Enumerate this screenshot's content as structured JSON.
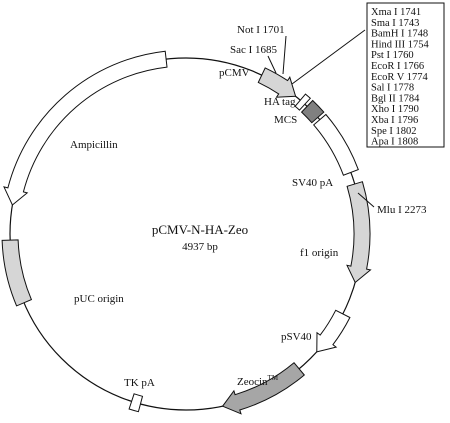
{
  "plasmid": {
    "name": "pCMV-N-HA-Zeo",
    "size_text": "4937 bp",
    "total_bp": 4937
  },
  "features": [
    {
      "id": "pcmv",
      "label": "pCMV",
      "kind": "arrow-cw",
      "fill": "#d6d6d6"
    },
    {
      "id": "ha-tag",
      "label": "HA tag",
      "kind": "box",
      "fill": "#ffffff"
    },
    {
      "id": "mcs",
      "label": "MCS",
      "kind": "box",
      "fill": "#808080"
    },
    {
      "id": "sv40-pa",
      "label": "SV40 pA",
      "kind": "box",
      "fill": "#ffffff"
    },
    {
      "id": "f1-origin",
      "label": "f1 origin",
      "kind": "arrow-cw",
      "fill": "#d6d6d6"
    },
    {
      "id": "psv40",
      "label": "pSV40",
      "kind": "arrow-cw",
      "fill": "#ffffff"
    },
    {
      "id": "zeocin",
      "label": "Zeocin",
      "label_sup": "TM",
      "kind": "arrow-cw",
      "fill": "#a6a6a6"
    },
    {
      "id": "tk-pa",
      "label": "TK pA",
      "kind": "box",
      "fill": "#ffffff"
    },
    {
      "id": "puc-origin",
      "label": "pUC origin",
      "kind": "box",
      "fill": "#d6d6d6"
    },
    {
      "id": "ampicillin",
      "label": "Ampicillin",
      "kind": "arrow-ccw",
      "fill": "#ffffff"
    }
  ],
  "sites": {
    "not1": "Not I 1701",
    "sac1": "Sac I 1685",
    "mlu1": "Mlu I 2273"
  },
  "mcs_sites": [
    "Xma I 1741",
    "Sma I 1743",
    "BamH I 1748",
    "Hind III 1754",
    "Pst I 1760",
    "EcoR I 1766",
    "EcoR V 1774",
    "Sal I 1778",
    "Bgl II 1784",
    "Xho I 1790",
    "Xba I 1796",
    "Spe I 1802",
    "Apa I 1808"
  ],
  "colors": {
    "line": "#111111",
    "light_gray": "#d6d6d6",
    "mid_gray": "#a6a6a6",
    "dark_gray": "#808080"
  }
}
